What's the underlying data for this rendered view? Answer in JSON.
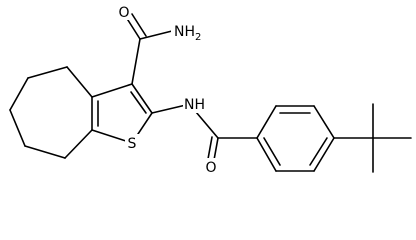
{
  "atom_labels": {
    "amide_oxygen": "O",
    "amide_amine": "NH",
    "amine_subscript": "2",
    "nh_linker": "H",
    "nh_linker_n": "N",
    "thiophene_sulfur": "S",
    "benzamide_oxygen": "O"
  },
  "colors": {
    "bond": "#000000",
    "label": "#000000",
    "background": "#ffffff"
  }
}
